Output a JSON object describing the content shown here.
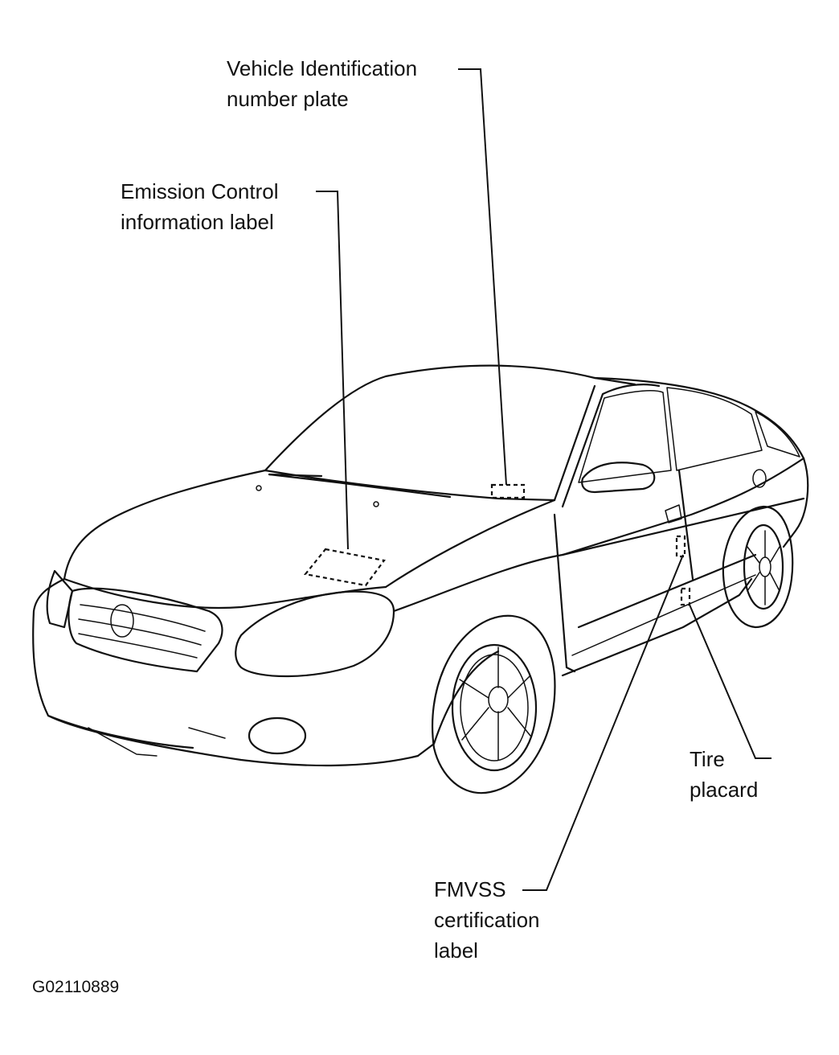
{
  "callouts": {
    "vin_plate": [
      "Vehicle Identification",
      "number plate"
    ],
    "emission_label": [
      "Emission Control",
      "information label"
    ],
    "tire_placard": [
      "Tire",
      "placard"
    ],
    "fmvss_label": [
      "FMVSS",
      "certification",
      "label"
    ]
  },
  "figure_id": "G02110889"
}
